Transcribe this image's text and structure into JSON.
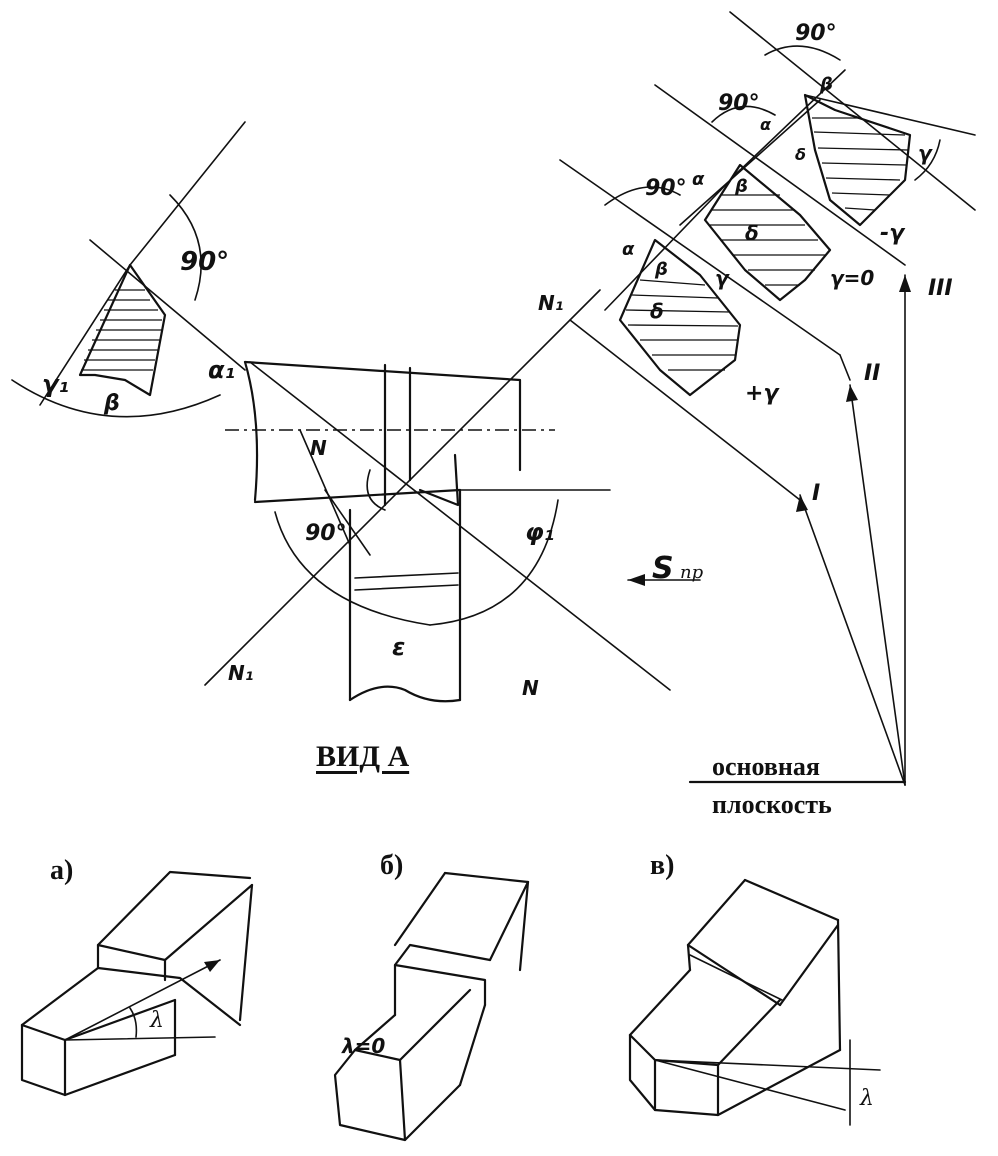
{
  "view_title": "ВИД  А",
  "basic_plane": {
    "line1": "основная",
    "line2": "плоскость"
  },
  "feed_symbol": "S",
  "feed_subscript": "пр",
  "panel_labels": {
    "a": "а)",
    "b": "б)",
    "v": "в)"
  },
  "lambda_labels": {
    "a": "λ",
    "b": "λ=0",
    "v": "λ"
  },
  "angles": {
    "right": "90°",
    "alpha1": "α₁",
    "gamma1": "γ₁",
    "beta": "β",
    "phi1": "φ₁",
    "epsilon": "ε",
    "alpha": "α",
    "gamma": "γ",
    "delta": "δ",
    "plus_gamma": "+γ",
    "minus_gamma": "-γ",
    "gamma_zero": "γ=0"
  },
  "sections": {
    "n": "N",
    "n1": "N₁"
  },
  "positions": {
    "p1": "I",
    "p2": "II",
    "p3": "III"
  }
}
